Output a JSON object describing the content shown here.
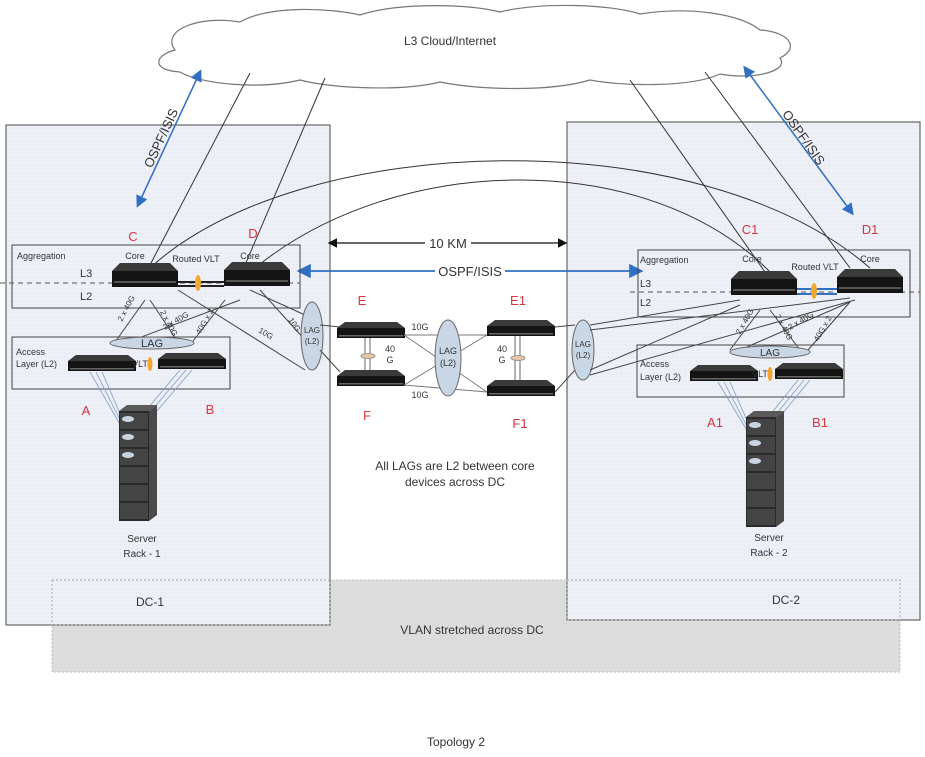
{
  "cloud": {
    "label": "L3 Cloud/Internet"
  },
  "protocol_labels": {
    "left": "OSPF/ISIS",
    "right": "OSPF/ISIS",
    "center": "OSPF/ISIS"
  },
  "distance": {
    "label": "10 KM"
  },
  "datacenters": [
    {
      "name": "DC-1",
      "aggregation_label": "Aggregation",
      "layer_l3": "L3",
      "layer_l2": "L2",
      "core_left_label": "Core",
      "core_right_label": "Core",
      "routed_vlt_label": "Routed VLT",
      "core_node_ids": [
        "C",
        "D"
      ],
      "access_label_line1": "Access",
      "access_label_line2": "Layer (L2)",
      "lag_label": "LAG",
      "vlt_label": "VLT",
      "access_node_ids": [
        "A",
        "B"
      ],
      "uplink_labels": [
        "2 x 40G",
        "2 x 40G",
        "2 x 40G",
        "40G x 2"
      ],
      "server_label_line1": "Server",
      "server_label_line2": "Rack - 1",
      "link_labels": [
        "10G",
        "10G"
      ],
      "dc_label": "DC-1"
    },
    {
      "name": "DC-2",
      "aggregation_label": "Aggregation",
      "layer_l3": "L3",
      "layer_l2": "L2",
      "core_left_label": "Core",
      "core_right_label": "Core",
      "routed_vlt_label": "Routed VLT",
      "core_node_ids": [
        "C1",
        "D1"
      ],
      "access_label_line1": "Access",
      "access_label_line2": "Layer (L2)",
      "lag_label": "LAG",
      "vlt_label": "VLT",
      "access_node_ids": [
        "A1",
        "B1"
      ],
      "uplink_labels": [
        "2 x 40G",
        "2 x 40G",
        "2 x 40G",
        "40G x 2"
      ],
      "server_label_line1": "Server",
      "server_label_line2": "Rack - 2",
      "dc_label": "DC-2"
    }
  ],
  "interconnect": {
    "node_ids": [
      "E",
      "F",
      "E1",
      "F1"
    ],
    "lag_line1": "LAG",
    "lag_line2": "(L2)",
    "link_top": "10G",
    "link_bottom": "10G",
    "vlt_link_line1": "40",
    "vlt_link_line2": "G",
    "note_line1": "All LAGs are L2 between core",
    "note_line2": "devices across DC"
  },
  "vlan": {
    "label": "VLAN stretched across DC"
  },
  "caption": "Topology 2",
  "colors": {
    "node_label": "#d9363e",
    "protocol_arrow": "#2f6fc4",
    "dc_fill": "#eef0f7",
    "vlan_fill": "#dcdcdc",
    "lag_fill": "#c9d6e6",
    "vlt_ring": "#f0a830",
    "device": "#1a1a1a"
  }
}
